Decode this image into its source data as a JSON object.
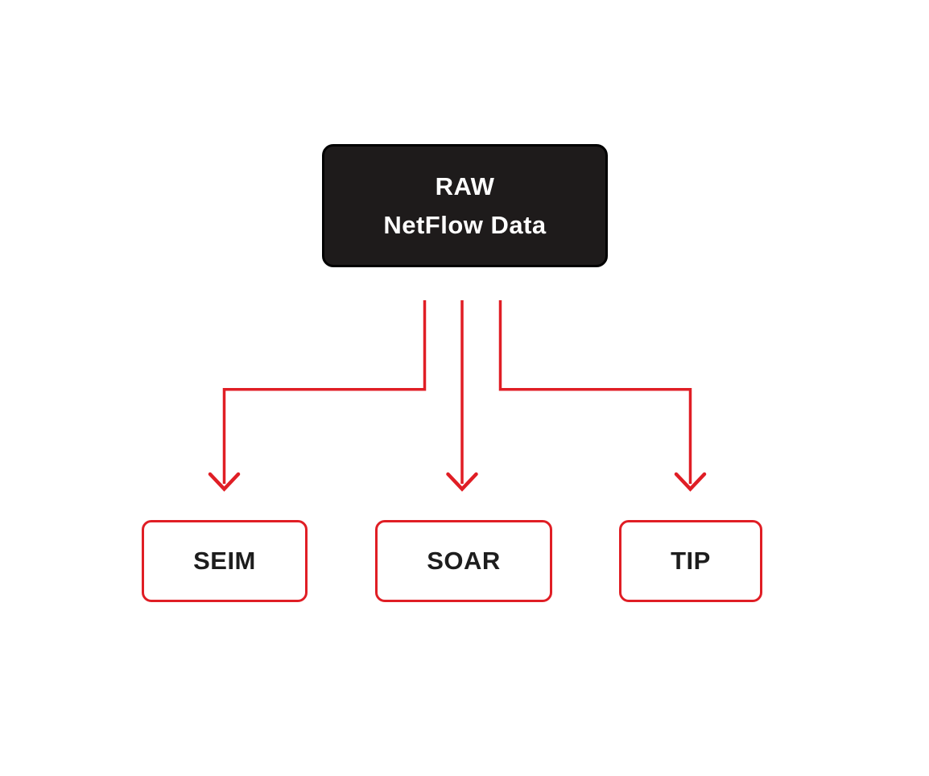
{
  "diagram": {
    "root_node": {
      "label_line1": "RAW",
      "label_line2": "NetFlow Data"
    },
    "child_nodes": [
      {
        "label": "SEIM"
      },
      {
        "label": "SOAR"
      },
      {
        "label": "TIP"
      }
    ]
  },
  "colors": {
    "accent-red": "#e01e25",
    "node-fill-dark": "#1e1b1b",
    "node-border-dark": "#000000",
    "node-text-light": "#ffffff",
    "node-text-dark": "#1d1d1d",
    "background": "#ffffff"
  }
}
